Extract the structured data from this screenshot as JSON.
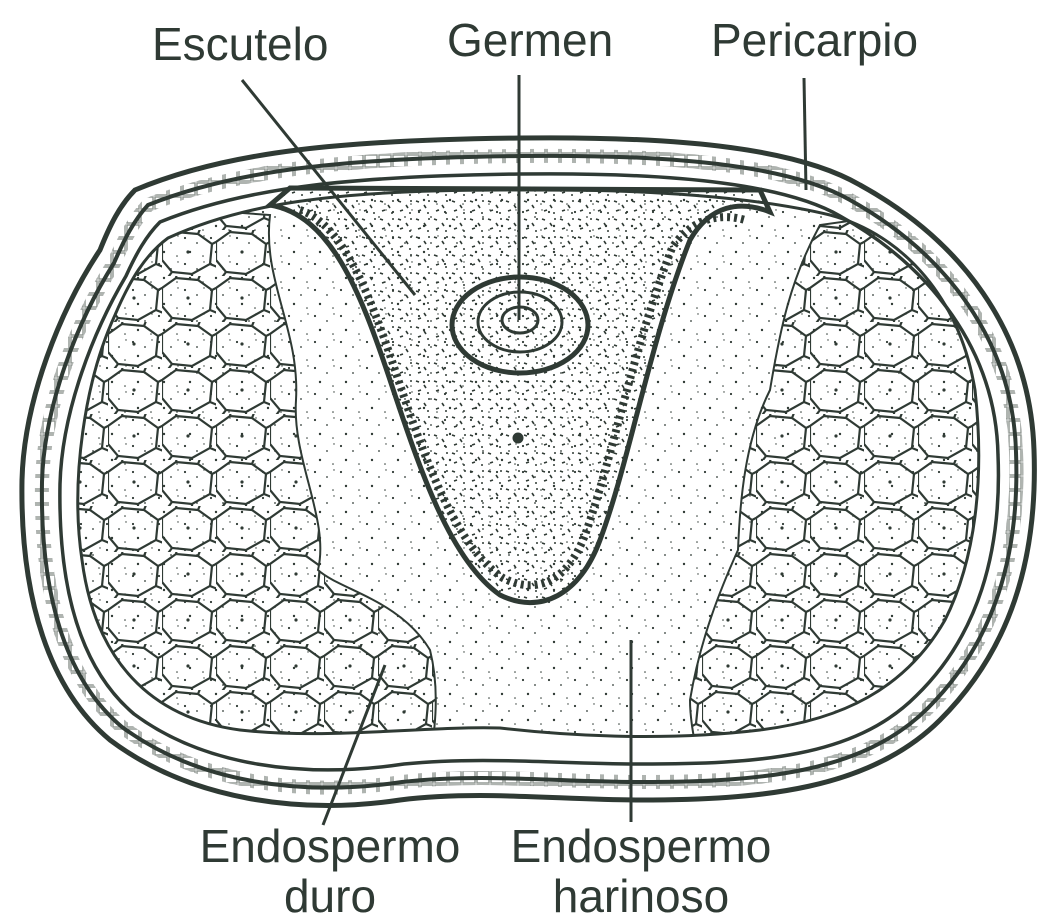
{
  "labels": {
    "escutelo": "Escutelo",
    "germen": "Germen",
    "pericarpio": "Pericarpio",
    "endospermo_duro_1": "Endospermo",
    "endospermo_duro_2": "duro",
    "endospermo_harinoso_1": "Endospermo",
    "endospermo_harinoso_2": "harinoso"
  },
  "colors": {
    "ink": "#2f3a34",
    "paper": "#ffffff"
  }
}
